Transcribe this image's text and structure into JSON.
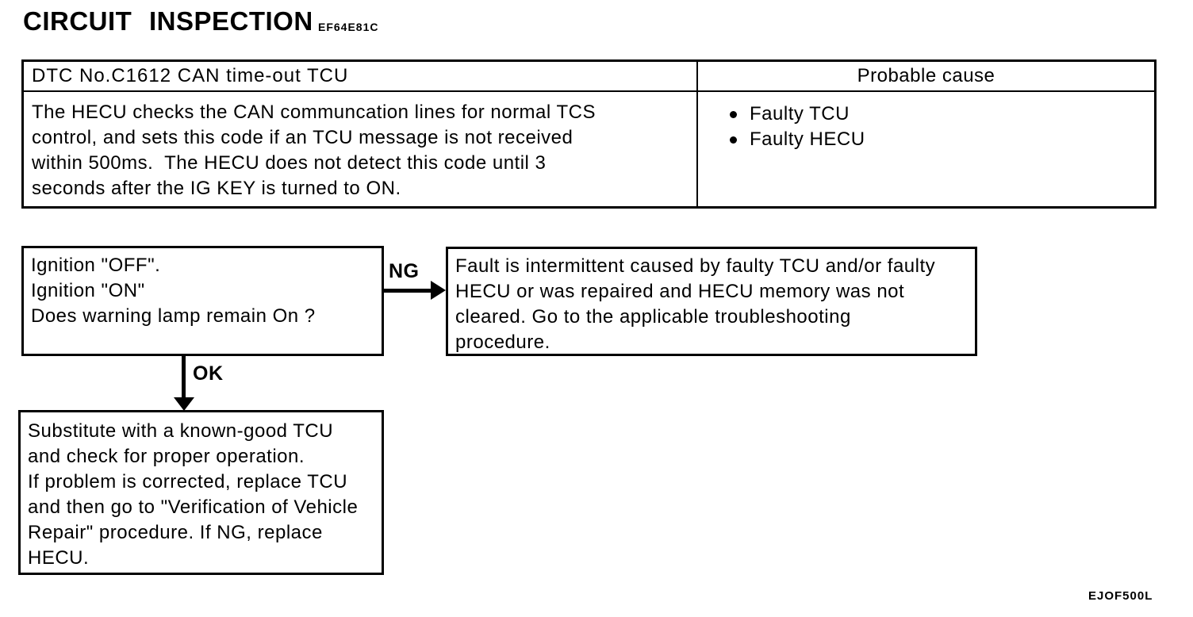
{
  "page": {
    "title": "CIRCUIT INSPECTION",
    "title_code": "EF64E81C",
    "footer_code": "EJOF500L",
    "ink_color": "#000000",
    "paper_color": "#ffffff"
  },
  "dtc_table": {
    "dtc_header": "DTC No.C1612 CAN time-out TCU",
    "cause_header": "Probable cause",
    "description_lines": [
      "The HECU checks the CAN communcation lines for normal TCS",
      "control, and sets this code if an TCU message is not received",
      "within 500ms.  The HECU does not detect this code until 3",
      "seconds after the IG KEY is turned to ON."
    ],
    "probable_causes": [
      "Faulty TCU",
      "Faulty HECU"
    ]
  },
  "flowchart": {
    "check_step_lines": [
      "Ignition \"OFF\".",
      "Ignition \"ON\"",
      "Does warning lamp remain On ?"
    ],
    "ng_label": "NG",
    "ok_label": "OK",
    "ng_result_lines": [
      "Fault is intermittent caused by faulty TCU and/or faulty",
      "HECU or was repaired and HECU memory was not",
      "cleared. Go to the applicable troubleshooting",
      "procedure."
    ],
    "ok_result_lines": [
      "Substitute with a known-good TCU",
      "and check for proper operation.",
      "If problem is corrected, replace TCU",
      "and then go to \"Verification of Vehicle",
      "Repair\" procedure. If NG, replace",
      "HECU."
    ]
  }
}
